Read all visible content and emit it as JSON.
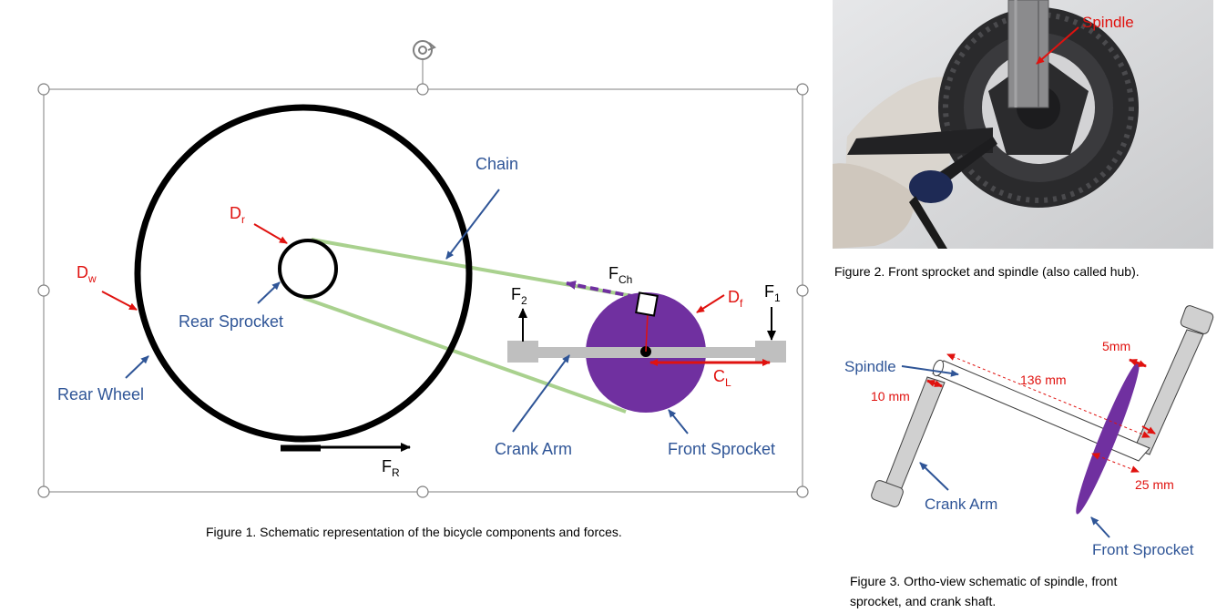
{
  "figure1": {
    "labels": {
      "chain": "Chain",
      "rear_sprocket": "Rear Sprocket",
      "rear_wheel": "Rear Wheel",
      "crank_arm": "Crank Arm",
      "front_sprocket": "Front Sprocket",
      "dw_main": "D",
      "dw_sub": "w",
      "dr_main": "D",
      "dr_sub": "r",
      "df_main": "D",
      "df_sub": "f",
      "cl_main": "C",
      "cl_sub": "L",
      "fch_main": "F",
      "fch_sub": "Ch",
      "f1_main": "F",
      "f1_sub": "1",
      "f2_main": "F",
      "f2_sub": "2",
      "fr_main": "F",
      "fr_sub": "R"
    },
    "caption": "Figure 1. Schematic representation of the bicycle components and forces."
  },
  "figure2": {
    "photo_label": "Spindle",
    "caption": "Figure 2. Front sprocket and spindle (also called hub)."
  },
  "figure3": {
    "labels": {
      "spindle": "Spindle",
      "dim_136": "136 mm",
      "dim_10": "10 mm",
      "dim_5": "5mm",
      "dim_25": "25 mm",
      "crank_arm": "Crank Arm",
      "front_sprocket": "Front Sprocket"
    },
    "caption_line1": "Figure 3. Ortho-view schematic of spindle, front",
    "caption_line2": "sprocket, and crank shaft."
  },
  "colors": {
    "label_blue": "#2f5597",
    "label_red": "#e0120f",
    "chain_green": "#a9d18e",
    "sprocket_purple": "#7030a0",
    "crank_gray": "#bfbfbf"
  }
}
